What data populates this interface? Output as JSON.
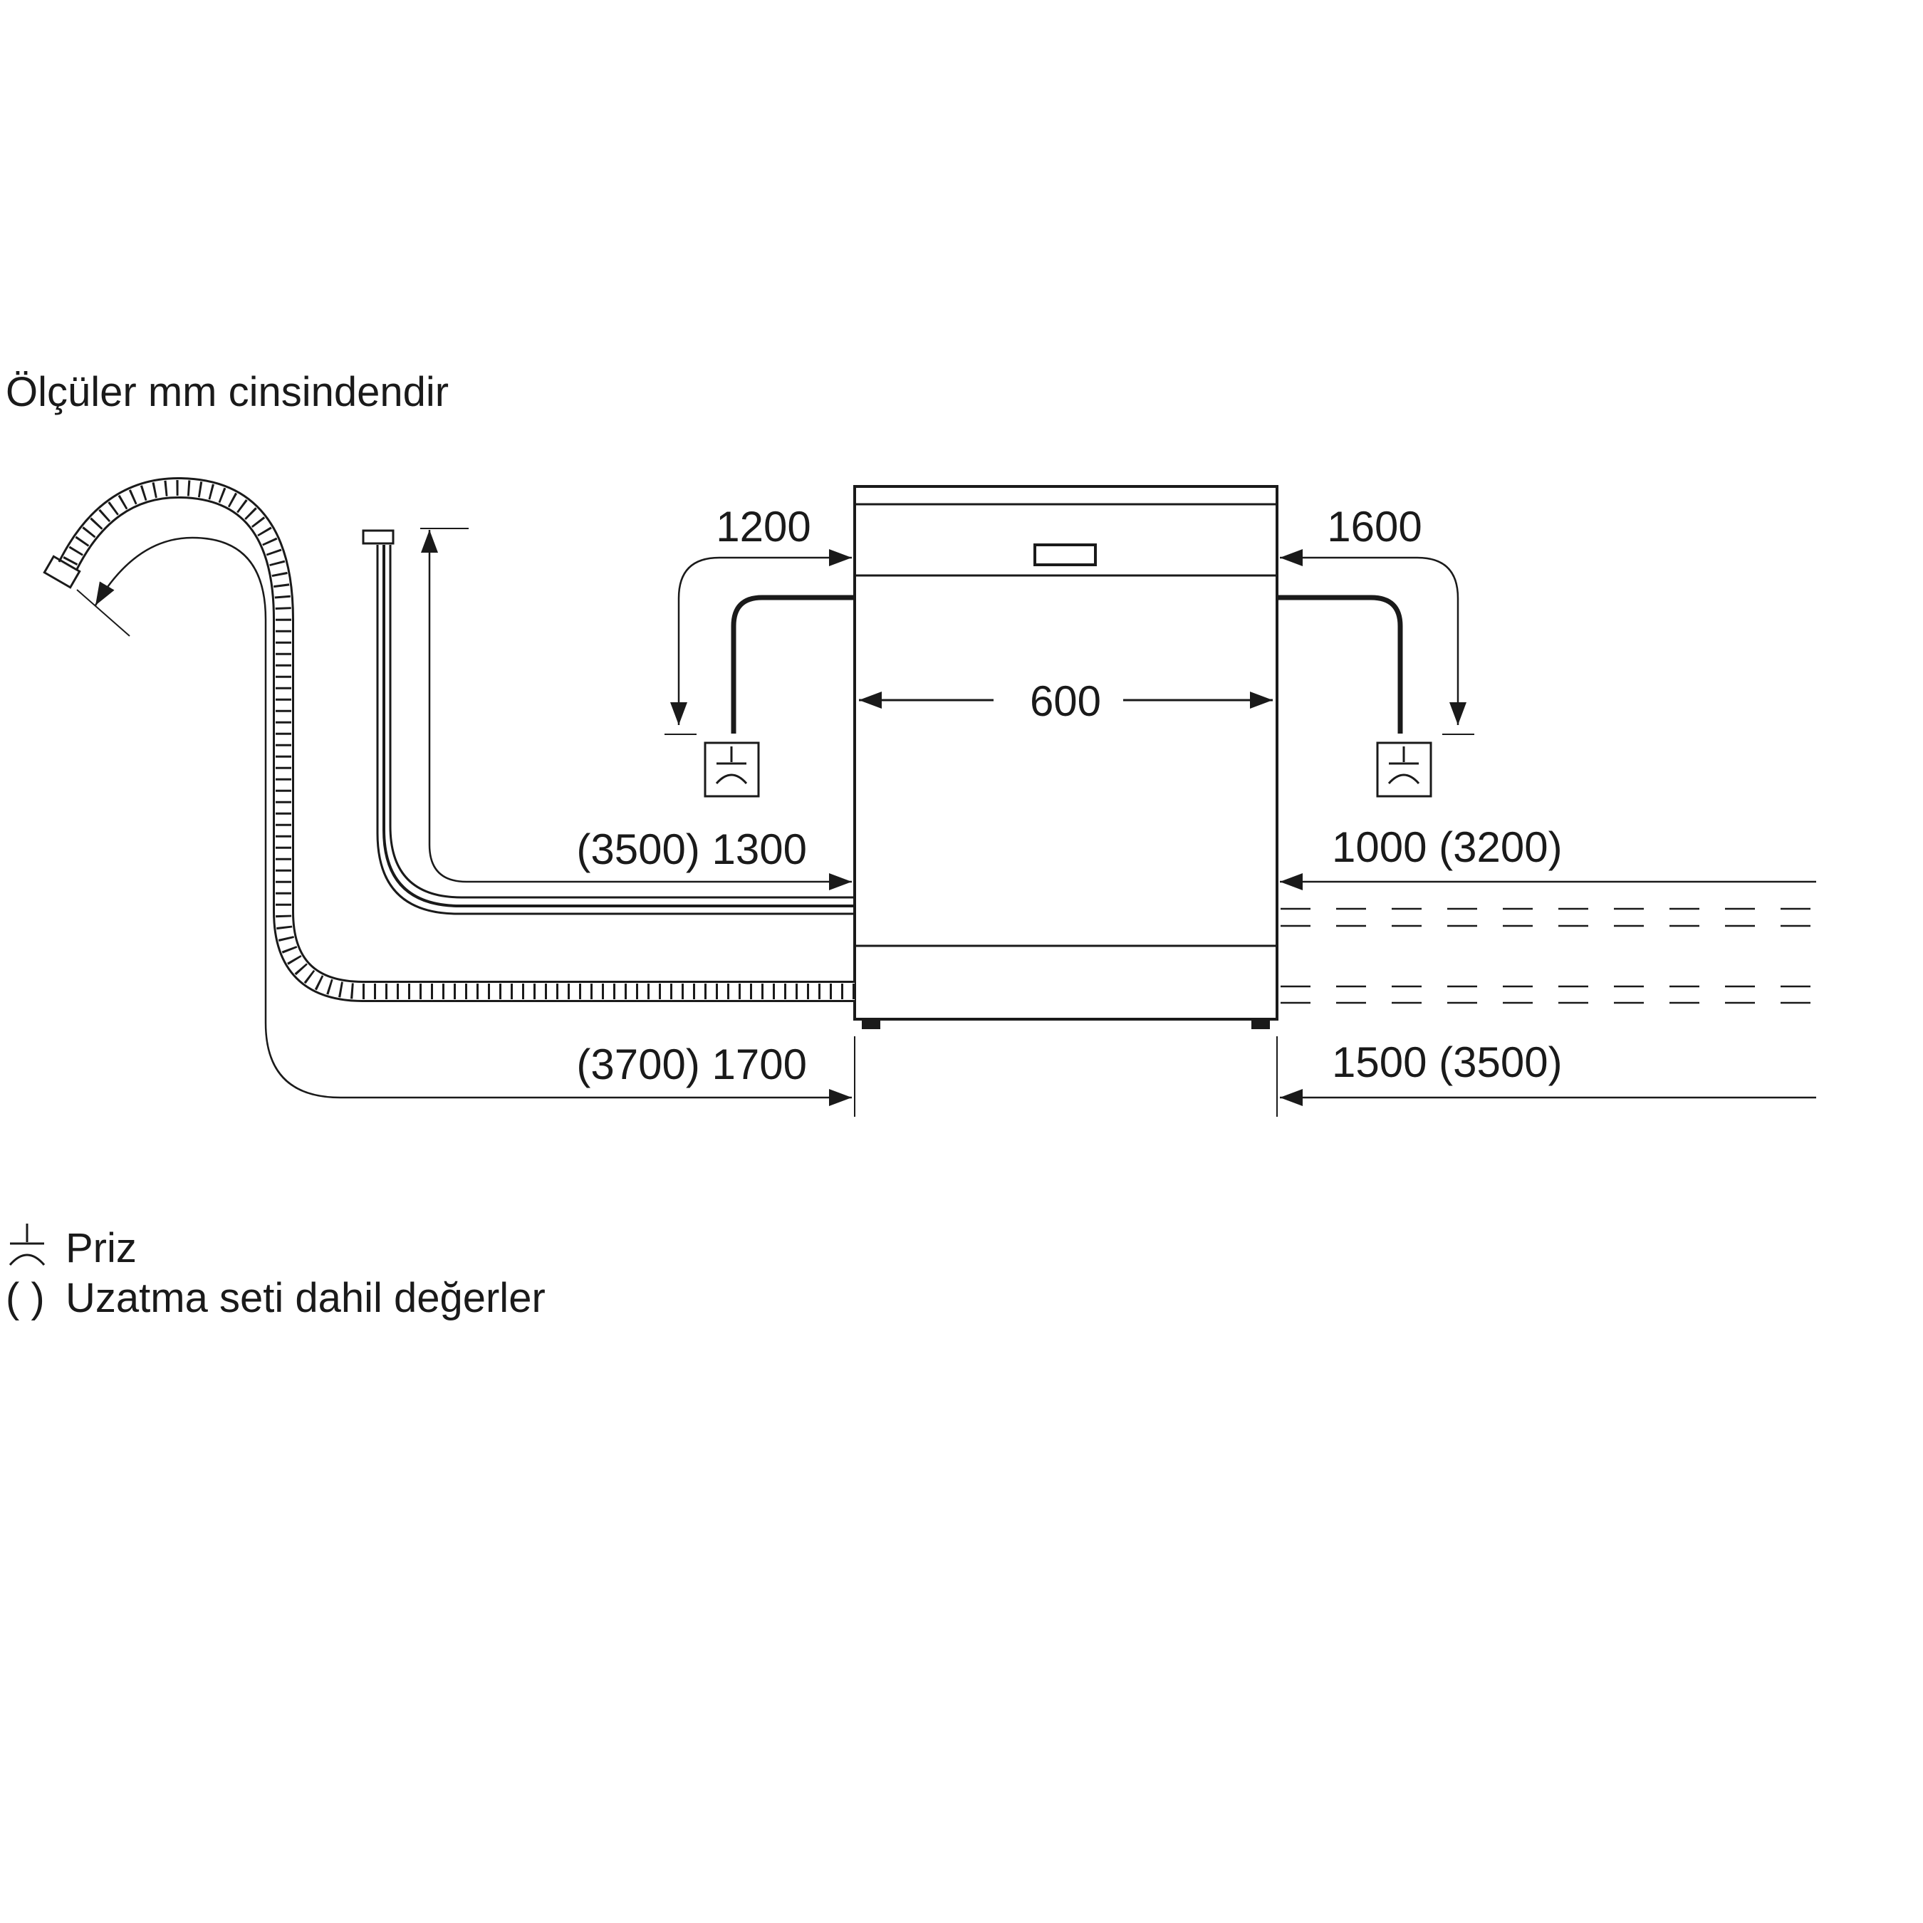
{
  "header": {
    "note": "Ölçüler mm cinsindendir"
  },
  "dimensions": {
    "width": "600",
    "power_left": "1200",
    "power_right": "1600",
    "inlet_left": "(3500) 1300",
    "inlet_right": "1000 (3200)",
    "drain_left": "(3700) 1700",
    "drain_right": "1500 (3500)"
  },
  "legend": {
    "socket_label": "Priz",
    "parens_symbol": "( )",
    "parens_label": "Uzatma seti dahil değerler"
  },
  "icons": [
    "socket-icon",
    "drain-hose-icon",
    "inlet-hose-icon",
    "dishwasher-icon"
  ],
  "colors": {
    "line": "#1a1a1a",
    "background": "#ffffff"
  }
}
